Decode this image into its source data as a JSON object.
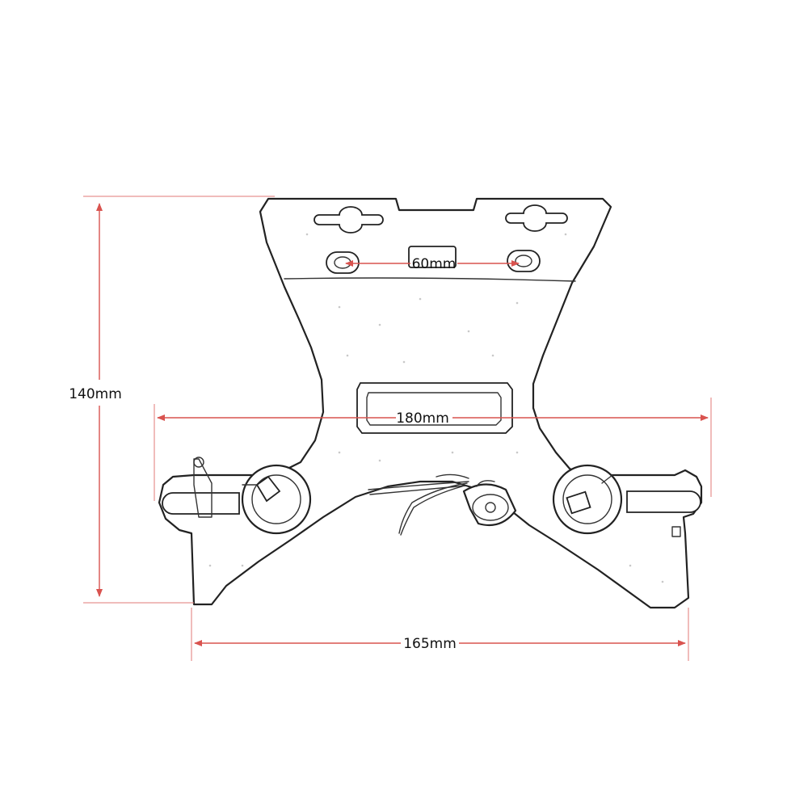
{
  "dimensions": {
    "height_label": "140mm",
    "hole_spacing_label": "60mm",
    "width_wide_label": "180mm",
    "width_base_label": "165mm"
  },
  "colors": {
    "dimension_line": "#d9534f",
    "outline": "#222222",
    "background": "#ffffff"
  }
}
